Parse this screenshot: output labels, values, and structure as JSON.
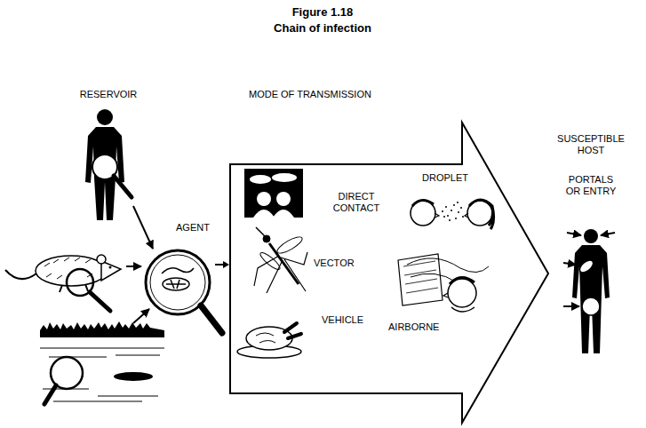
{
  "diagram": {
    "title": "Figure 1.18",
    "nodes": [
      {
        "text": [
          "AGENT"
        ]
      },
      {
        "text": [
          "MODE OF TRANSMISSION",
          "DIRECT CONTACT",
          "VECTOR",
          "VEHICLE",
          "DROPLET",
          "AIRBORNE"
        ]
      }
    ],
    "edges": [
      {
        "from": 0,
        "to": 1,
        "arrow": "to"
      }
    ],
    "labels": [
      "Chain of infection",
      "RESERVOIR",
      "SUSCEPTIBLE HOST",
      "PORTALS OR ENTRY"
    ]
  }
}
